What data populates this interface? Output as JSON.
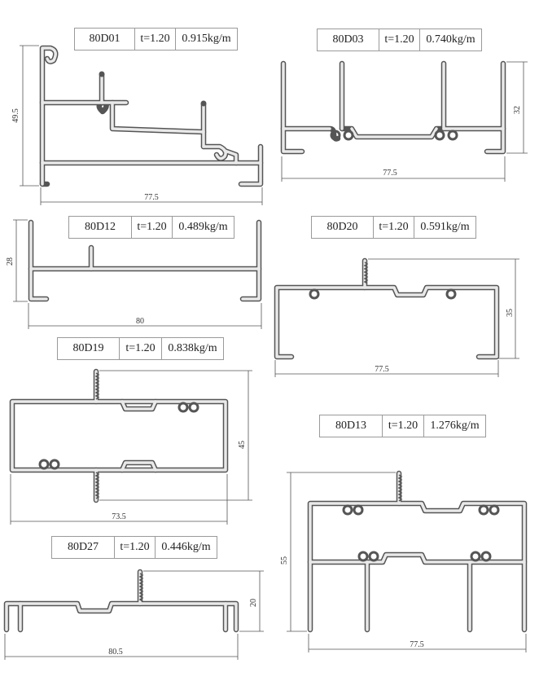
{
  "profiles": [
    {
      "code": "80D01",
      "thickness": "t=1.20",
      "weight": "0.915kg/m",
      "width_dim": "77.5",
      "height_dim": "49.5"
    },
    {
      "code": "80D03",
      "thickness": "t=1.20",
      "weight": "0.740kg/m",
      "width_dim": "77.5",
      "height_dim": "32"
    },
    {
      "code": "80D12",
      "thickness": "t=1.20",
      "weight": "0.489kg/m",
      "width_dim": "80",
      "height_dim": "28"
    },
    {
      "code": "80D20",
      "thickness": "t=1.20",
      "weight": "0.591kg/m",
      "width_dim": "77.5",
      "height_dim": "35"
    },
    {
      "code": "80D19",
      "thickness": "t=1.20",
      "weight": "0.838kg/m",
      "width_dim": "73.5",
      "height_dim": "45"
    },
    {
      "code": "80D13",
      "thickness": "t=1.20",
      "weight": "1.276kg/m",
      "width_dim": "77.5",
      "height_dim": "55"
    },
    {
      "code": "80D27",
      "thickness": "t=1.20",
      "weight": "0.446kg/m",
      "width_dim": "80.5",
      "height_dim": "20"
    }
  ]
}
